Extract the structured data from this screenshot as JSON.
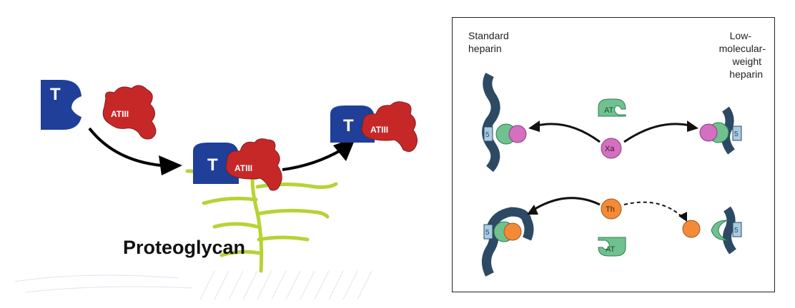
{
  "left_panel": {
    "thrombin_letter": "T",
    "atiii_label": "ATIII",
    "proteoglycan_label": "Proteoglycan"
  },
  "right_panel": {
    "standard_heparin_lines": [
      "Standard",
      "heparin"
    ],
    "lmwh_lines": [
      "Low-",
      "molecular-",
      "weight",
      "heparin"
    ],
    "antithrombin_short": "AT",
    "factor_xa": "Xa",
    "thrombin_short": "Th",
    "pentasaccharide_number": "5"
  },
  "colors": {
    "thrombin_blue": "#1f3f98",
    "atiii_red": "#c62828",
    "proteoglycan_green": "#b5d335",
    "heparin_chain": "#2c4a63",
    "antithrombin_green": "#6fc28f",
    "factor_xa_pink": "#d56fbf",
    "thrombin_orange": "#f28a38",
    "pentasaccharide_box": "#a9cce3"
  }
}
